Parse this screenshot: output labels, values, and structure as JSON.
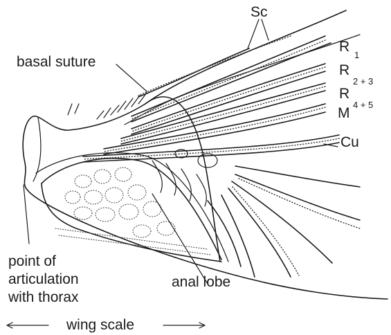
{
  "labels": {
    "sc": "Sc",
    "r1": "R",
    "r1_sub": "1",
    "r23": "R",
    "r23_sub": "2 + 3",
    "r45": "R",
    "r45_sub": "4 + 5",
    "m": "M",
    "cu": "Cu",
    "basal_suture": "basal suture",
    "point_line1": "point of",
    "point_line2": "articulation",
    "point_line3": "with thorax",
    "anal_lobe": "anal lobe",
    "wing_scale": "wing scale"
  }
}
